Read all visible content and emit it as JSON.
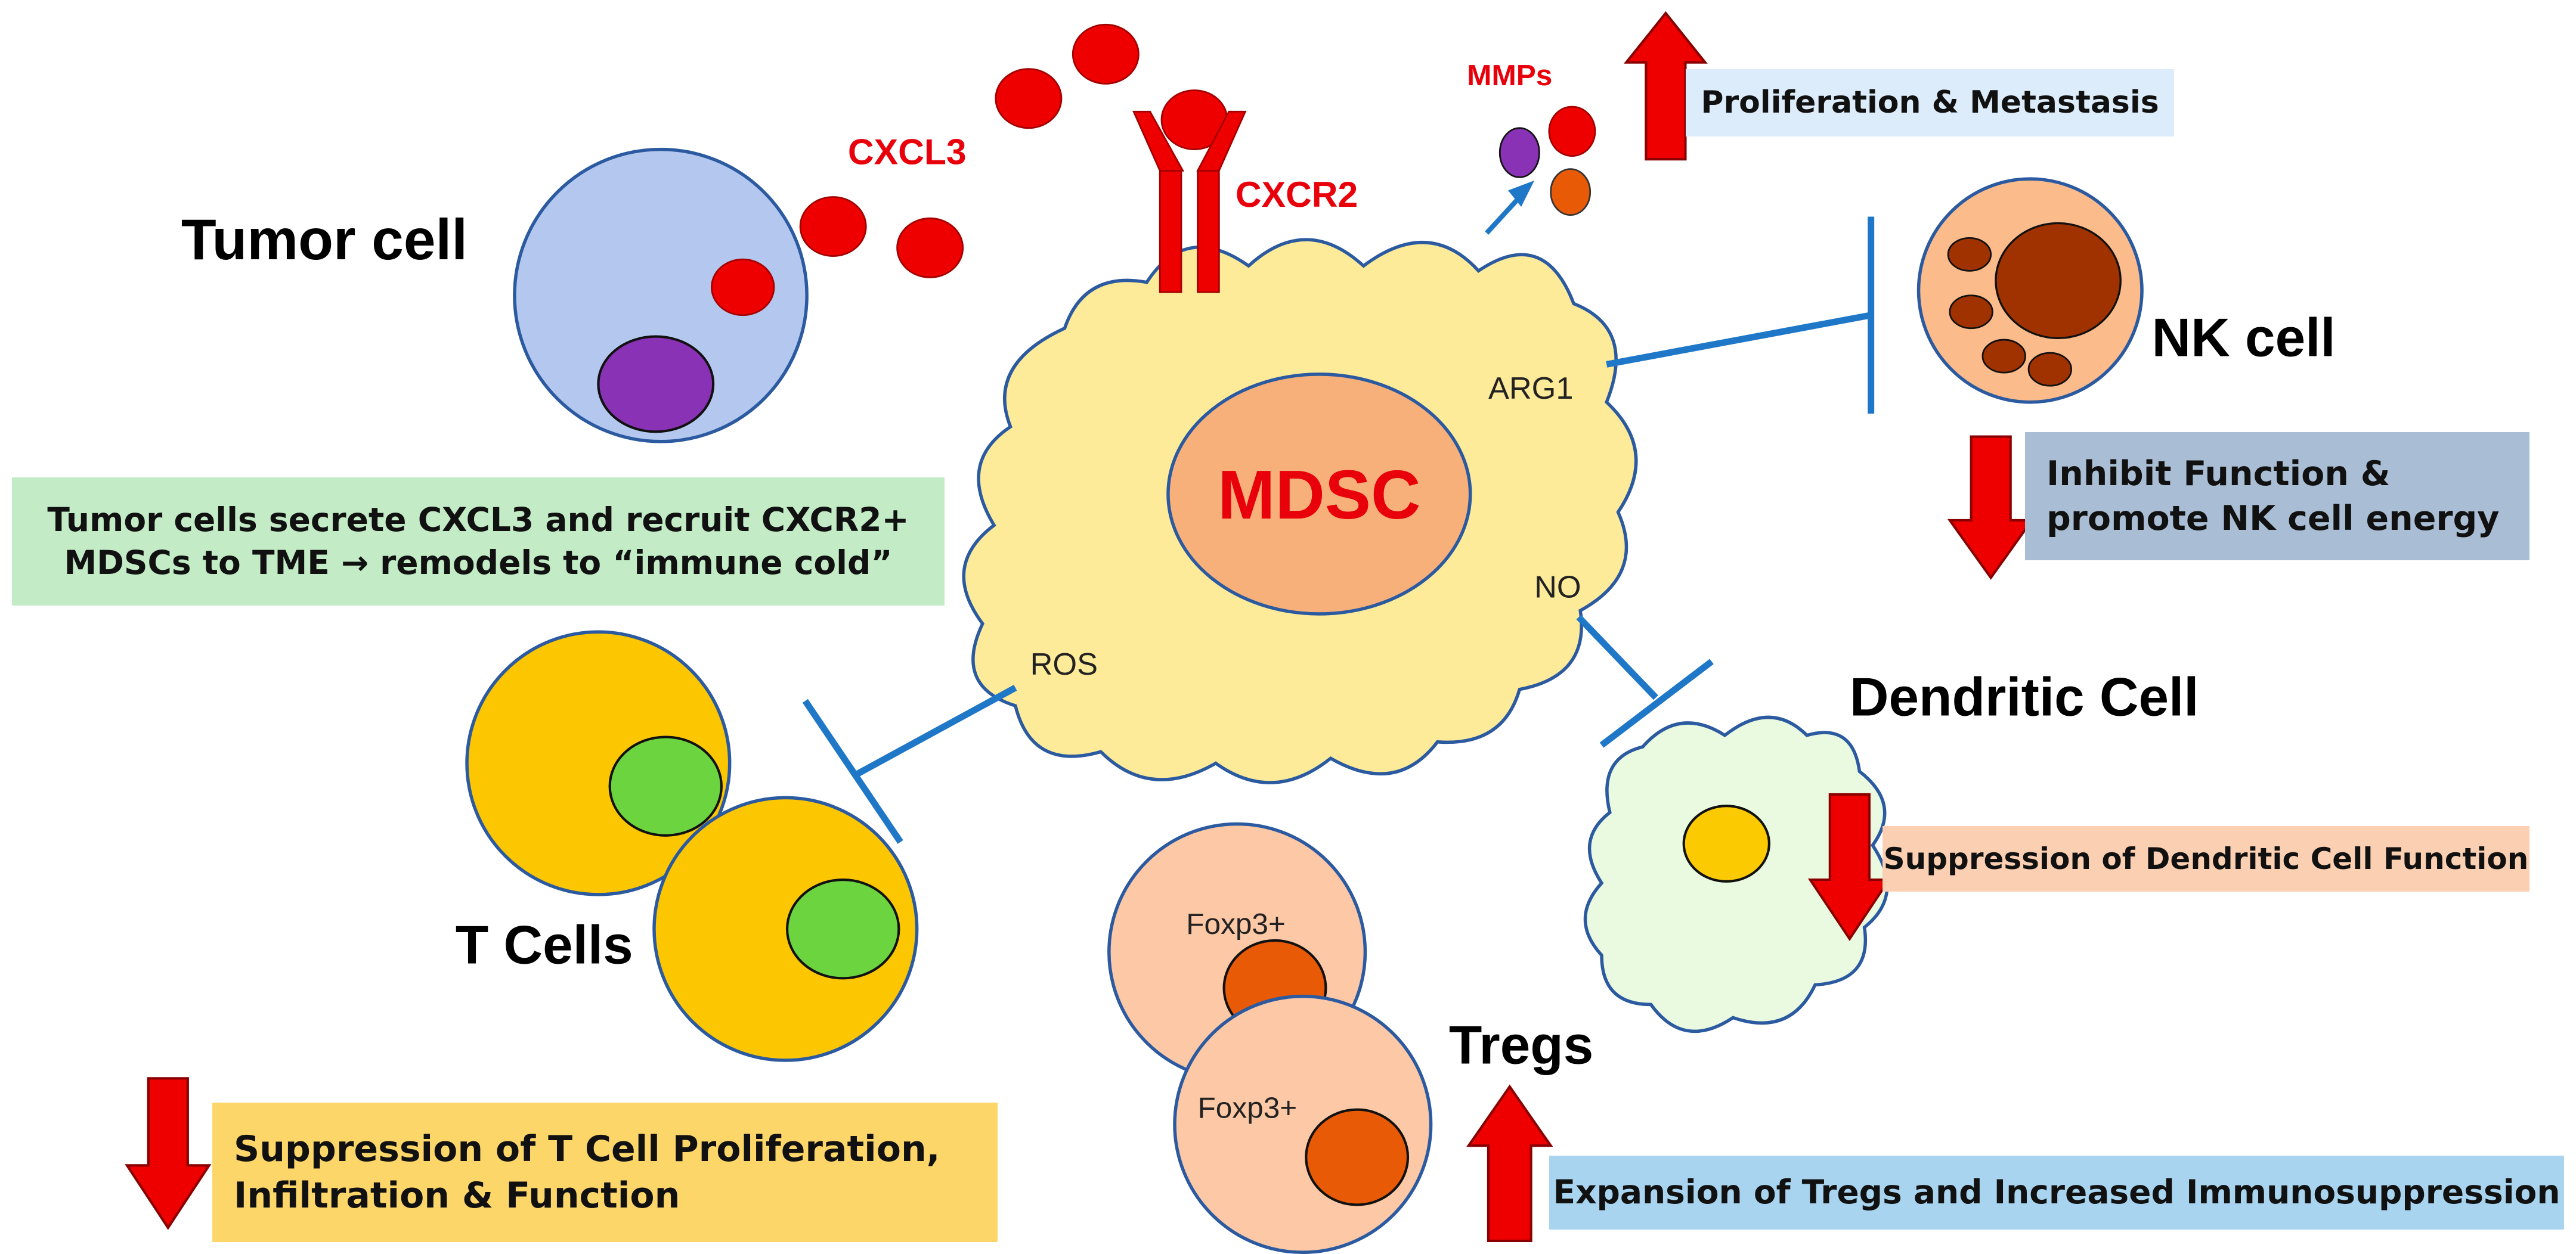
{
  "diagram": {
    "cells": {
      "tumor": "Tumor cell",
      "mdsc": "MDSC",
      "nk": "NK cell",
      "dendritic": "Dendritic Cell",
      "tcells": "T Cells",
      "tregs": "Tregs"
    },
    "molecules": {
      "cxcl3": "CXCL3",
      "cxcr2": "CXCR2",
      "mmps": "MMPs",
      "arg1": "ARG1",
      "no": "NO",
      "ros": "ROS",
      "foxp3_upper": "Foxp3+",
      "foxp3_lower": "Foxp3+"
    },
    "boxes": {
      "tumor_line1": "Tumor cells secrete CXCL3 and recruit CXCR2+",
      "tumor_line2": "MDSCs to TME → remodels to “immune cold”",
      "proliferation": "Proliferation & Metastasis",
      "nk_line1": "Inhibit Function &",
      "nk_line2": "promote NK cell energy",
      "dendritic": "Suppression of Dendritic Cell Function",
      "tcell_line1": "Suppression of T Cell Proliferation,",
      "tcell_line2": "Infiltration & Function",
      "tregs": "Expansion of Tregs and Increased Immunosuppression"
    },
    "colors": {
      "tumor_cell": "#b4c8ef",
      "mdsc_body": "#fdeb99",
      "mdsc_nucleus": "#f8b07a",
      "red_accent": "#e8000b",
      "inhibition_line": "#1f77c8",
      "green_box": "#c2ebc6",
      "blue_box": "#dcecfa",
      "slate_box": "#a9bed4",
      "peach_box": "#fbcfb1",
      "yellow_box": "#fdd66a",
      "tregs_box": "#a8d4ef"
    }
  }
}
